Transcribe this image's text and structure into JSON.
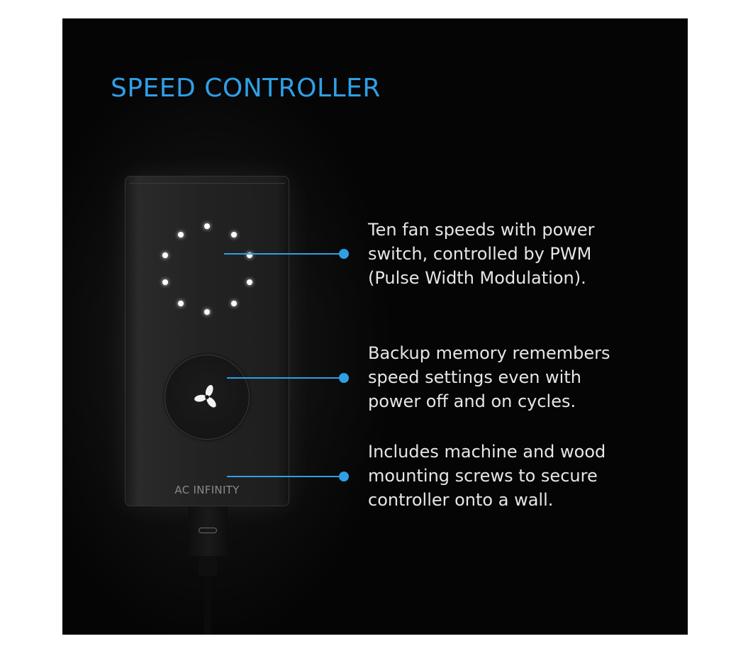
{
  "title": "SPEED CONTROLLER",
  "device": {
    "brand": "AC INFINITY",
    "icons": [
      "led-ring",
      "fan-icon",
      "usb-port-icon"
    ],
    "led_count": 10
  },
  "features": [
    {
      "lines": [
        "Ten fan speeds with power",
        "switch, controlled by PWM",
        "(Pulse Width Modulation)."
      ]
    },
    {
      "lines": [
        "Backup memory remembers",
        "speed settings even with",
        "power off and on cycles."
      ]
    },
    {
      "lines": [
        "Includes machine and wood",
        "mounting screws to secure",
        "controller onto a wall."
      ]
    }
  ],
  "colors": {
    "accent": "#2f9fe6",
    "background": "#0a0a0a",
    "text": "#e6e6e6",
    "brand_text": "#8a8a8a"
  }
}
